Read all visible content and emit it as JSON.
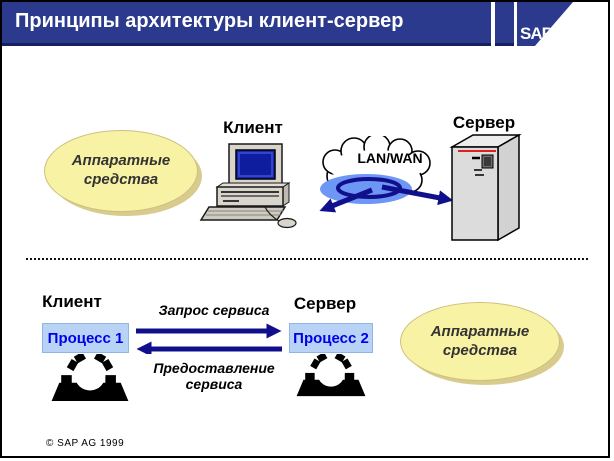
{
  "title": "Принципы архитектуры клиент-сервер",
  "logo": {
    "text": "SAP"
  },
  "top_section": {
    "hardware_label": "Аппаратные средства",
    "client_label": "Клиент",
    "server_label": "Сервер",
    "network_label": "LAN/WAN"
  },
  "bottom_section": {
    "client_label": "Клиент",
    "server_label": "Сервер",
    "process1_label": "Процесс 1",
    "process2_label": "Процесс 2",
    "request_label": "Запрос сервиса",
    "response_label": "Предоставление сервиса",
    "hardware_label": "Аппаратные средства"
  },
  "footer": {
    "copyright": "©  SAP AG 1999"
  },
  "icons": {
    "client": "desktop-computer-icon",
    "server": "server-tower-icon",
    "network": "cloud-icon",
    "process": "gear-icon",
    "logo": "sap-logo"
  },
  "colors": {
    "title_bar": "#2B3A8C",
    "title_bar_shadow": "#161F5F",
    "arrow_blue": "#10108C",
    "process_box_fill": "#B9D3F7",
    "process_text": "#0000E8",
    "hardware_ellipse_fill": "#F8F2A4",
    "hardware_ellipse_shadow": "#D9CB8D",
    "network_glow": "#6E96F5",
    "screen_blue": "#1626AE",
    "server_stripe_red": "#E02020"
  }
}
